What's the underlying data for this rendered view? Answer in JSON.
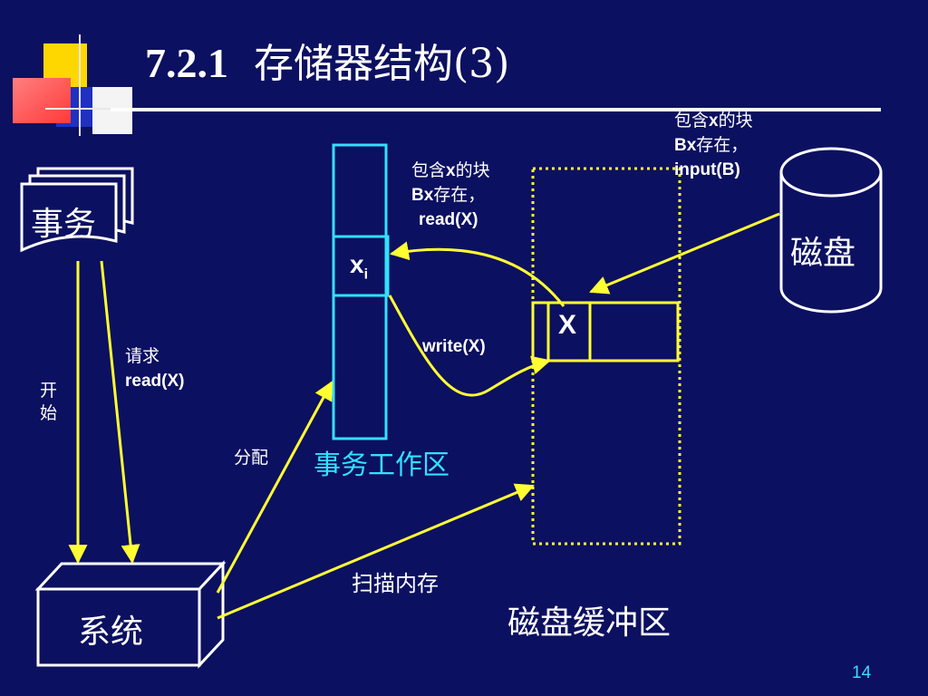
{
  "slide": {
    "title_number": "7.2.1",
    "title_text": "存储器结构(3)",
    "page_number": "14"
  },
  "nodes": {
    "transaction": "事务",
    "system": "系统",
    "disk": "磁盘",
    "xi_main": "x",
    "xi_sub": "i",
    "buffer_x": "X",
    "work_area_label": "事务工作区",
    "disk_buffer_label": "磁盘缓冲区"
  },
  "edges": {
    "start": "开始",
    "request_line1": "请求",
    "request_line2": "read(X)",
    "allocate": "分配",
    "scan_memory": "扫描内存",
    "write": "write(X)",
    "read_note_line1_a": "包含",
    "read_note_line1_b": "x",
    "read_note_line1_c": "的块",
    "read_note_line2_a": "Bx",
    "read_note_line2_b": "存在，",
    "read_note_line3": "read(X)",
    "input_note_line1_a": "包含",
    "input_note_line1_b": "x",
    "input_note_line1_c": "的块",
    "input_note_line2_a": "Bx",
    "input_note_line2_b": "存在，",
    "input_note_line3": "input(B)"
  },
  "colors": {
    "background": "#0c1060",
    "arrow": "#ffff33",
    "work_area": "#33e0ff",
    "text": "#ffffff"
  }
}
